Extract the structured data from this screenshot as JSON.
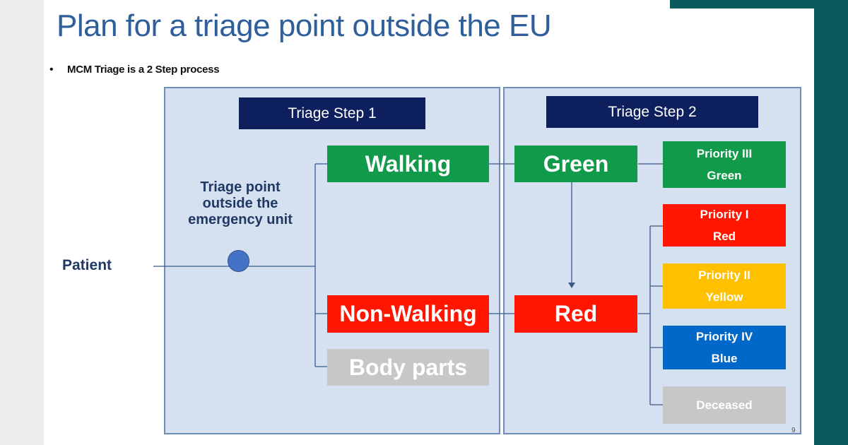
{
  "slide": {
    "title": "Plan for a triage point outside the EU",
    "bullet": "MCM Triage is a 2 Step process",
    "page_number": "9"
  },
  "diagram": {
    "step1_header": "Triage Step 1",
    "step2_header": "Triage Step 2",
    "triage_point_label": "Triage point outside the emergency unit",
    "patient_label": "Patient",
    "step1_boxes": {
      "walking": "Walking",
      "non_walking": "Non-Walking",
      "body_parts": "Body parts"
    },
    "step2_boxes": {
      "green": "Green",
      "red": "Red"
    },
    "priorities": {
      "p3_title": "Priority III",
      "p3_color": "Green",
      "p1_title": "Priority I",
      "p1_color": "Red",
      "p2_title": "Priority II",
      "p2_color": "Yellow",
      "p4_title": "Priority IV",
      "p4_color": "Blue",
      "deceased": "Deceased"
    },
    "colors": {
      "header_navy": "#0e1f5e",
      "panel_fill": "#d5e0f1",
      "green": "#119a4a",
      "red": "#ff1500",
      "yellow": "#ffc000",
      "blue": "#0068c9",
      "gray": "#c7c7c7",
      "title_blue": "#2e5f9a",
      "sidebar_teal": "#0b5a5c"
    },
    "icons": [
      "triage-point-circle-icon",
      "arrow-down-icon"
    ]
  }
}
